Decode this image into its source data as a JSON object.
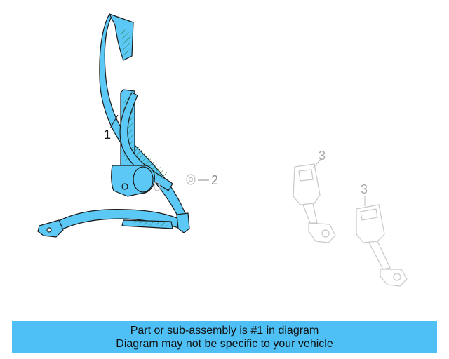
{
  "colors": {
    "highlight": "#5bc8f5",
    "outline": "#1a1a1a",
    "faded": "#c8c8c8",
    "banner_bg": "#4fc0f5"
  },
  "callouts": {
    "part1": "1",
    "part2": "2",
    "part3a": "3",
    "part3b": "3"
  },
  "banner": {
    "line1": "Part or sub-assembly is #1 in diagram",
    "line2": "Diagram may not be specific to your vehicle"
  }
}
